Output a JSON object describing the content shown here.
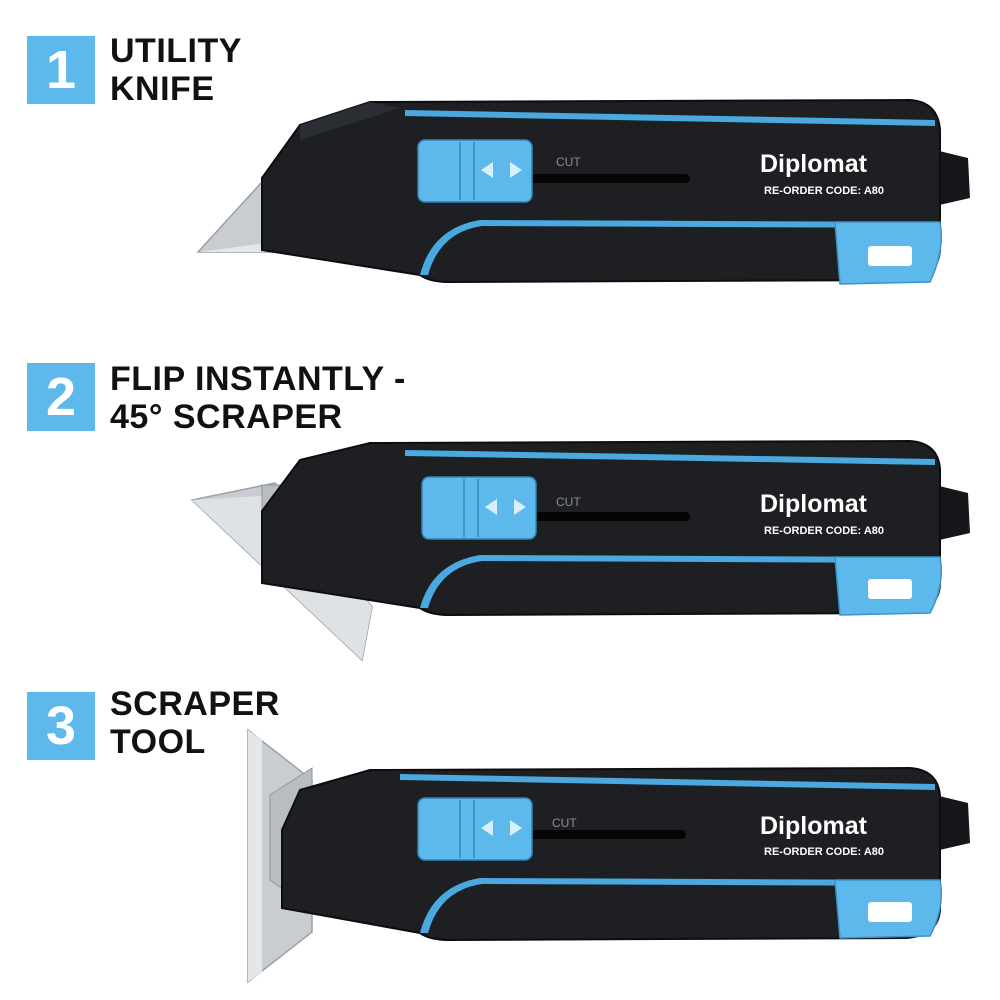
{
  "colors": {
    "accent": "#5db8ec",
    "body": "#1a1c1f",
    "blade": "#c9cdd1",
    "text": "#111111"
  },
  "product": {
    "brand": "Diplomat",
    "reorder_code": "RE-ORDER CODE: A80",
    "slot_label": "CUT"
  },
  "steps": [
    {
      "number": "1",
      "line1": "UTILITY",
      "line2": "KNIFE",
      "mode": "utility-knife"
    },
    {
      "number": "2",
      "line1": "FLIP INSTANTLY -",
      "line2": "45° SCRAPER",
      "mode": "45-scraper"
    },
    {
      "number": "3",
      "line1": "SCRAPER",
      "line2": "TOOL",
      "mode": "scraper-tool"
    }
  ],
  "icons": [
    "arrow-left-icon",
    "arrow-right-icon"
  ]
}
